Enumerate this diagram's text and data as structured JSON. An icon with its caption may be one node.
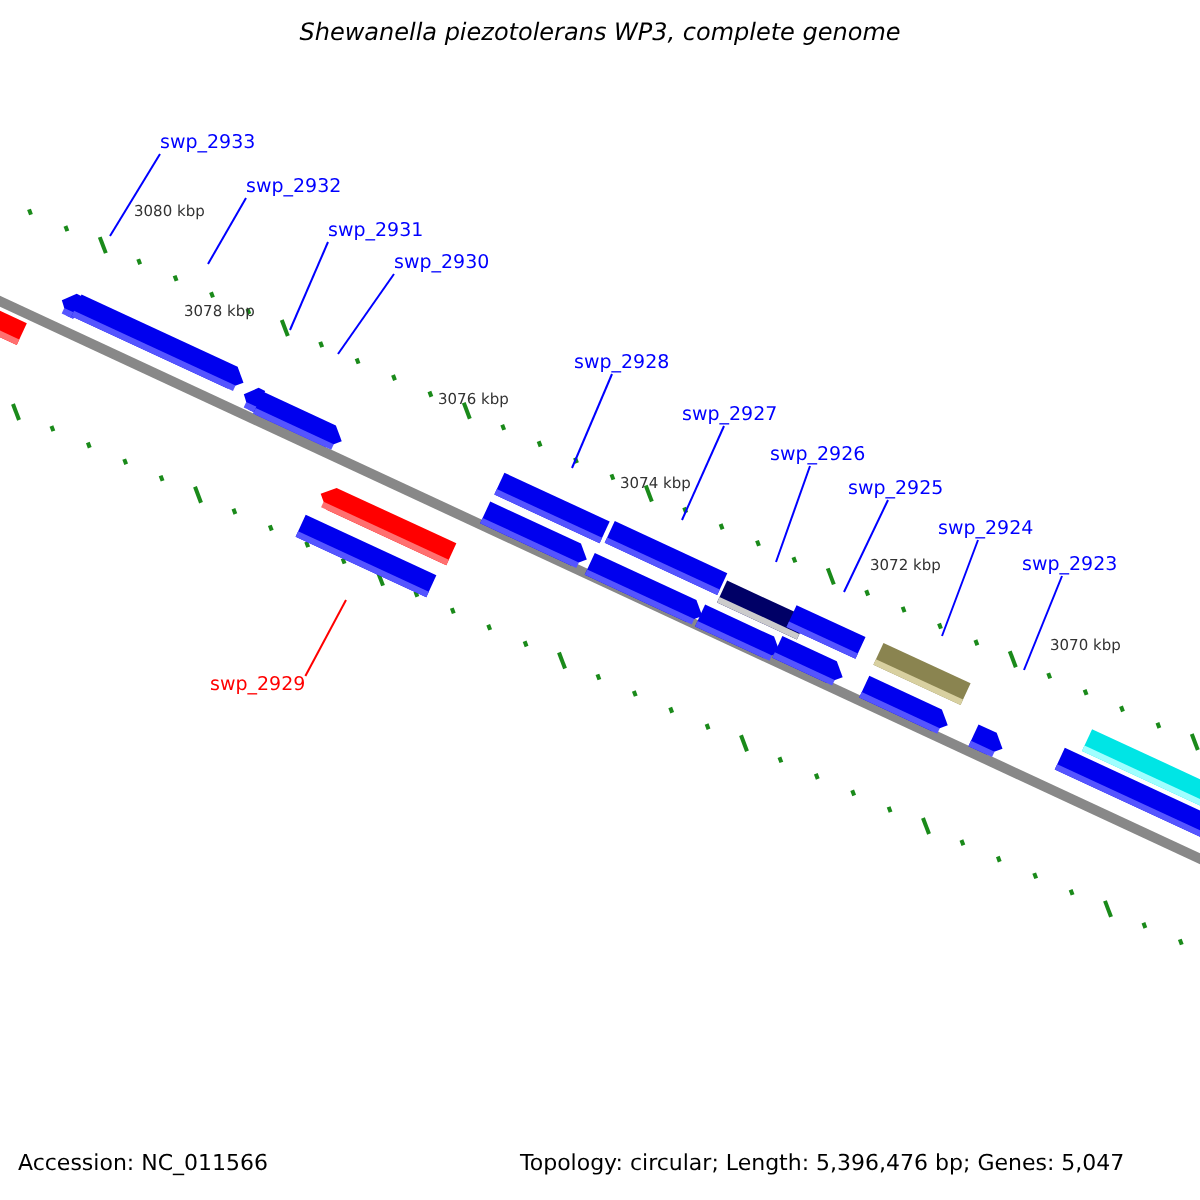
{
  "diagram": {
    "title": "Shewanella piezotolerans WP3, complete genome",
    "nodes": [
      {
        "text": [
          "swp_2933"
        ]
      },
      {
        "text": [
          "swp_2932"
        ]
      },
      {
        "text": [
          "swp_2931"
        ]
      },
      {
        "text": [
          "swp_2930"
        ]
      },
      {
        "text": [
          "swp_2928"
        ]
      },
      {
        "text": [
          "swp_2927"
        ]
      },
      {
        "text": [
          "swp_2926"
        ]
      },
      {
        "text": [
          "swp_2925"
        ]
      },
      {
        "text": [
          "swp_2924"
        ]
      },
      {
        "text": [
          "swp_2923"
        ]
      },
      {
        "text": [
          "swp_2929"
        ]
      }
    ],
    "edges": [
      {
        "from": 0,
        "to": null,
        "arrow": "none"
      },
      {
        "from": 1,
        "to": null,
        "arrow": "none"
      },
      {
        "from": 2,
        "to": null,
        "arrow": "none"
      },
      {
        "from": 3,
        "to": null,
        "arrow": "none"
      },
      {
        "from": 4,
        "to": null,
        "arrow": "none"
      },
      {
        "from": 5,
        "to": null,
        "arrow": "none"
      },
      {
        "from": 6,
        "to": null,
        "arrow": "none"
      },
      {
        "from": 7,
        "to": null,
        "arrow": "none"
      },
      {
        "from": 8,
        "to": null,
        "arrow": "none"
      },
      {
        "from": 9,
        "to": null,
        "arrow": "none"
      },
      {
        "from": 10,
        "to": null,
        "arrow": "none",
        "color": "#ff0000"
      }
    ],
    "labels": [
      "3080 kbp",
      "3078 kbp",
      "3076 kbp",
      "3074 kbp",
      "3072 kbp",
      "3070 kbp",
      "Accession: NC_011566",
      "Topology: circular; Length: 5,396,476 bp; Genes: 5,047"
    ]
  }
}
